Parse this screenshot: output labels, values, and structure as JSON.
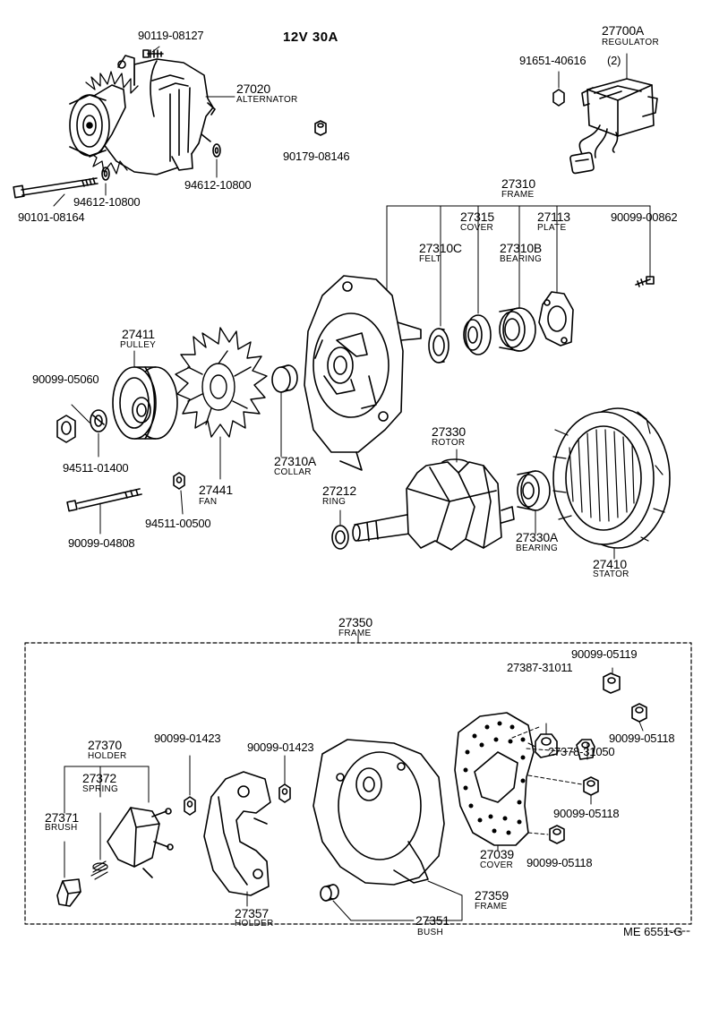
{
  "header": {
    "spec": "12V   30A"
  },
  "footer": {
    "code": "ME 6551-G"
  },
  "parts": {
    "p90119_08127": {
      "number": "90119-08127"
    },
    "p27020": {
      "number": "27020",
      "name": "ALTERNATOR"
    },
    "p90179_08146": {
      "number": "90179-08146"
    },
    "p94612_10800a": {
      "number": "94612-10800"
    },
    "p94612_10800b": {
      "number": "94612-10800"
    },
    "p90101_08164": {
      "number": "90101-08164"
    },
    "p27700A": {
      "number": "27700A",
      "name": "REGULATOR"
    },
    "p91651_40616": {
      "number": "91651-40616",
      "qty": "(2)"
    },
    "p27310": {
      "number": "27310",
      "name": "FRAME"
    },
    "p27315": {
      "number": "27315",
      "name": "COVER"
    },
    "p27113": {
      "number": "27113",
      "name": "PLATE"
    },
    "p90099_00862": {
      "number": "90099-00862"
    },
    "p27310C": {
      "number": "27310C",
      "name": "FELT"
    },
    "p27310B": {
      "number": "27310B",
      "name": "BEARING"
    },
    "p27411": {
      "number": "27411",
      "name": "PULLEY"
    },
    "p90099_05060": {
      "number": "90099-05060"
    },
    "p94511_01400": {
      "number": "94511-01400"
    },
    "p27441": {
      "number": "27441",
      "name": "FAN"
    },
    "p94511_00500": {
      "number": "94511-00500"
    },
    "p90099_04808": {
      "number": "90099-04808"
    },
    "p27310A": {
      "number": "27310A",
      "name": "COLLAR"
    },
    "p27330": {
      "number": "27330",
      "name": "ROTOR"
    },
    "p27212": {
      "number": "27212",
      "name": "RING"
    },
    "p27330A": {
      "number": "27330A",
      "name": "BEARING"
    },
    "p27410": {
      "number": "27410",
      "name": "STATOR"
    },
    "p27350": {
      "number": "27350",
      "name": "FRAME"
    },
    "p90099_05119": {
      "number": "90099-05119"
    },
    "p27387_31011": {
      "number": "27387-31011"
    },
    "p90099_05118a": {
      "number": "90099-05118"
    },
    "p27378_31050": {
      "number": "27378-31050"
    },
    "p27370": {
      "number": "27370",
      "name": "HOLDER"
    },
    "p90099_01423a": {
      "number": "90099-01423"
    },
    "p90099_01423b": {
      "number": "90099-01423"
    },
    "p27372": {
      "number": "27372",
      "name": "SPRING"
    },
    "p27371": {
      "number": "27371",
      "name": "BRUSH"
    },
    "p90099_05118b": {
      "number": "90099-05118"
    },
    "p27039": {
      "number": "27039",
      "name": "COVER"
    },
    "p90099_05118c": {
      "number": "90099-05118"
    },
    "p27359": {
      "number": "27359",
      "name": "FRAME"
    },
    "p27357": {
      "number": "27357",
      "name": "HOLDER"
    },
    "p27351": {
      "number": "27351",
      "name": "BUSH"
    }
  }
}
